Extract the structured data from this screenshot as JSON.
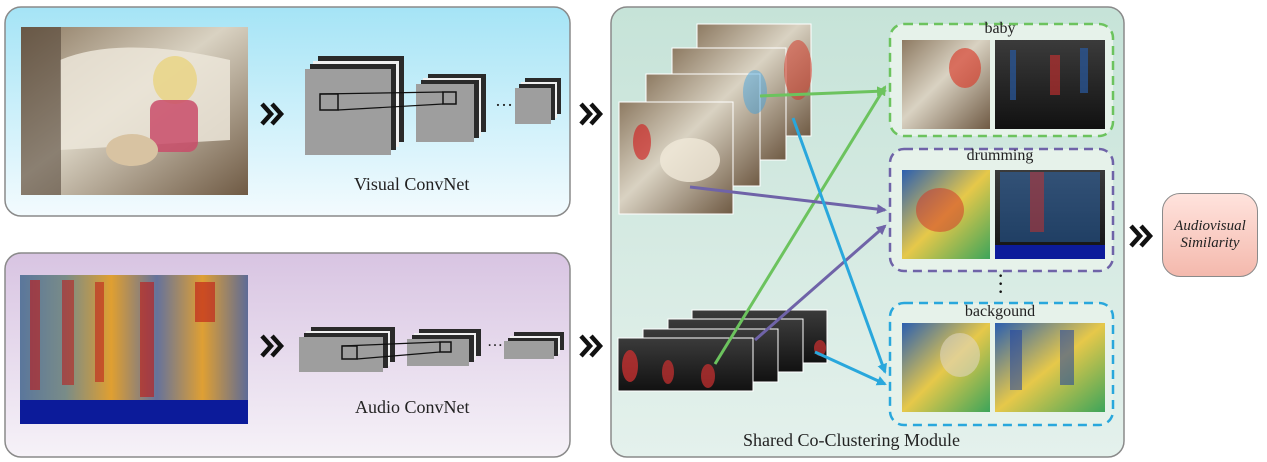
{
  "visual_branch": {
    "caption": "Visual ConvNet"
  },
  "audio_branch": {
    "caption": "Audio ConvNet"
  },
  "cluster_module": {
    "caption": "Shared Co-Clustering Module",
    "clusters": [
      {
        "label": "baby",
        "color": "#6cc35e"
      },
      {
        "label": "drumming",
        "color": "#6f63a8"
      },
      {
        "label": "backgound",
        "color": "#29a7dc"
      }
    ]
  },
  "output": {
    "line1": "Audiovisual",
    "line2": "Similarity"
  },
  "colors": {
    "visual_panel_top": "#a7e6f7",
    "audio_panel_top": "#dac6e3",
    "module_bg": "#cfe6dc",
    "arrow_green": "#6cc35e",
    "arrow_purple": "#6f63a8",
    "arrow_blue": "#29a7dc"
  },
  "icons": [
    "double-chevron-right-icon",
    "ellipsis-icon",
    "vertical-ellipsis-icon"
  ]
}
